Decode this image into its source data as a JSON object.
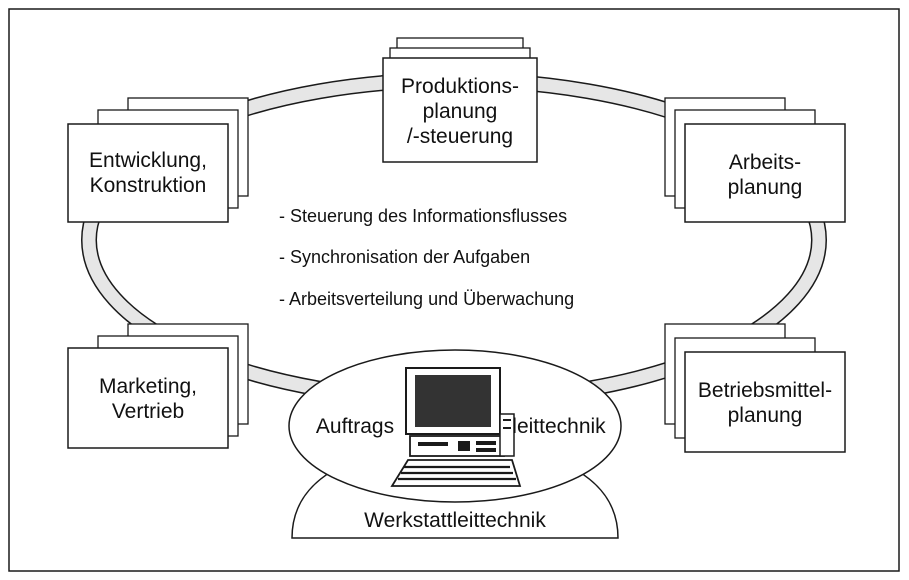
{
  "nodes": {
    "production": "Produktions-\nplanung\n/-steuerung",
    "development": "Entwicklung,\nKonstruktion",
    "work_planning": "Arbeits-\nplanung",
    "marketing": "Marketing,\nVertrieb",
    "equipment": "Betriebsmittel-\nplanung"
  },
  "center": {
    "left_label": "Auftrags",
    "right_label": "leittechnik",
    "base_label": "Werkstattleittechnik"
  },
  "functions": [
    "- Steuerung des Informationsflusses",
    "- Synchronisation der Aufgaben",
    "- Arbeitsverteilung und Überwachung"
  ],
  "colors": {
    "line": "#1a1a1a",
    "ring_fill": "#e6e6e6",
    "paper": "#ffffff"
  },
  "icons": {
    "computer": "computer-workstation-icon"
  }
}
